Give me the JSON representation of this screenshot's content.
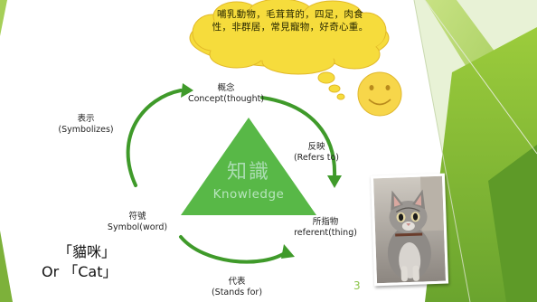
{
  "cloud_text": "哺乳動物，毛茸茸的，四足，肉食性，非群居，常見寵物，好奇心重。",
  "knowledge": {
    "zh": "知識",
    "en": "Knowledge"
  },
  "nodes": {
    "concept": {
      "zh": "概念",
      "en": "Concept(thought)"
    },
    "symbol": {
      "zh": "符號",
      "en": "Symbol(word)"
    },
    "referent": {
      "zh": "所指物",
      "en": "referent(thing)"
    }
  },
  "relations": {
    "symbolizes": {
      "zh": "表示",
      "en": "(Symbolizes)"
    },
    "refers_to": {
      "zh": "反映",
      "en": "(Refers to)"
    },
    "stands_for": {
      "zh": "代表",
      "en": "(Stands for)"
    }
  },
  "example": {
    "line1": "「貓咪」",
    "line2": "Or 「Cat」"
  },
  "page_number": "3",
  "colors": {
    "accent_green": "#6aaa3a",
    "arrow_green": "#3f9a2a",
    "triangle_green": "#58b847",
    "cloud_yellow": "#f6dc3c",
    "smiley_yellow": "#f7d64a"
  },
  "icons": {
    "photo": "cat-photo",
    "face": "smiley-face-icon",
    "bubble": "thought-cloud-icon"
  }
}
